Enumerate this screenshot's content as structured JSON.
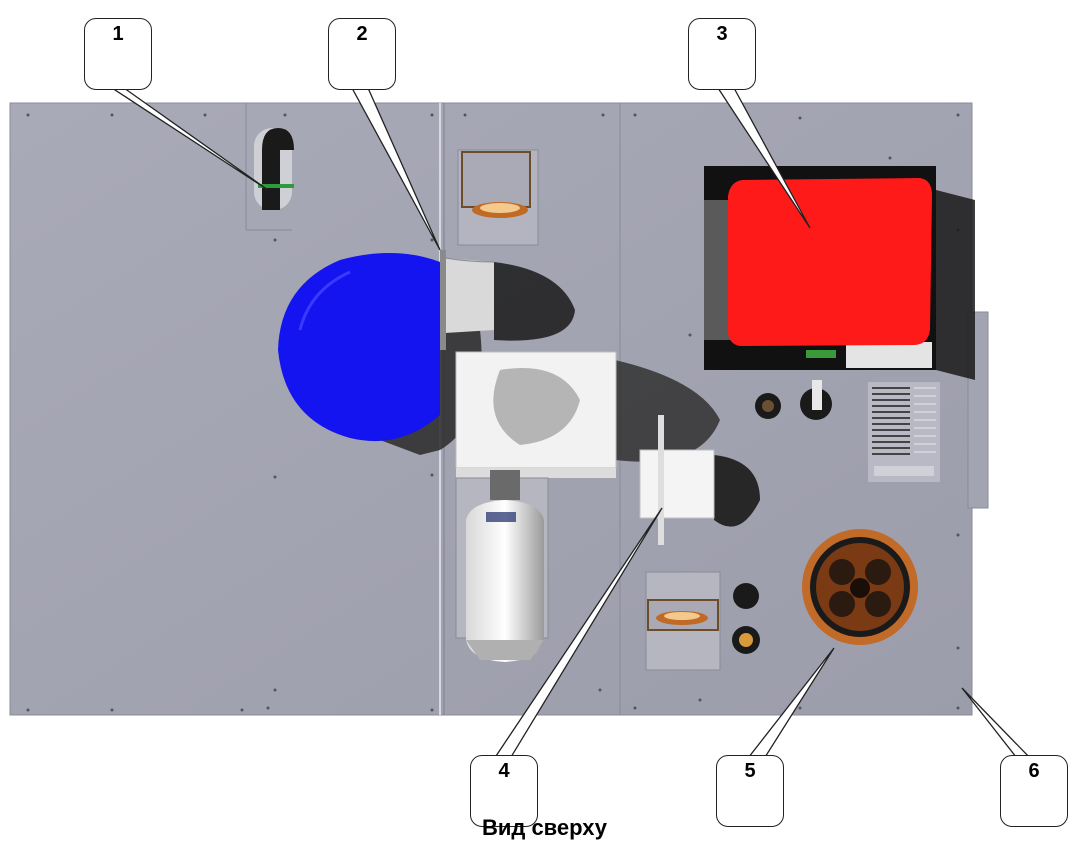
{
  "figure": {
    "caption": "Вид сверху",
    "callouts": [
      {
        "id": "1",
        "label": "1"
      },
      {
        "id": "2",
        "label": "2"
      },
      {
        "id": "3",
        "label": "3"
      },
      {
        "id": "4",
        "label": "4"
      },
      {
        "id": "5",
        "label": "5"
      },
      {
        "id": "6",
        "label": "6"
      }
    ]
  },
  "colors": {
    "panel": "#a3a4b2",
    "fan_blue": "#1414f0",
    "red_box": "#ff1a1a",
    "dark": "#111111",
    "white_part": "#f0f0f0",
    "copper": "#b85a1e"
  }
}
